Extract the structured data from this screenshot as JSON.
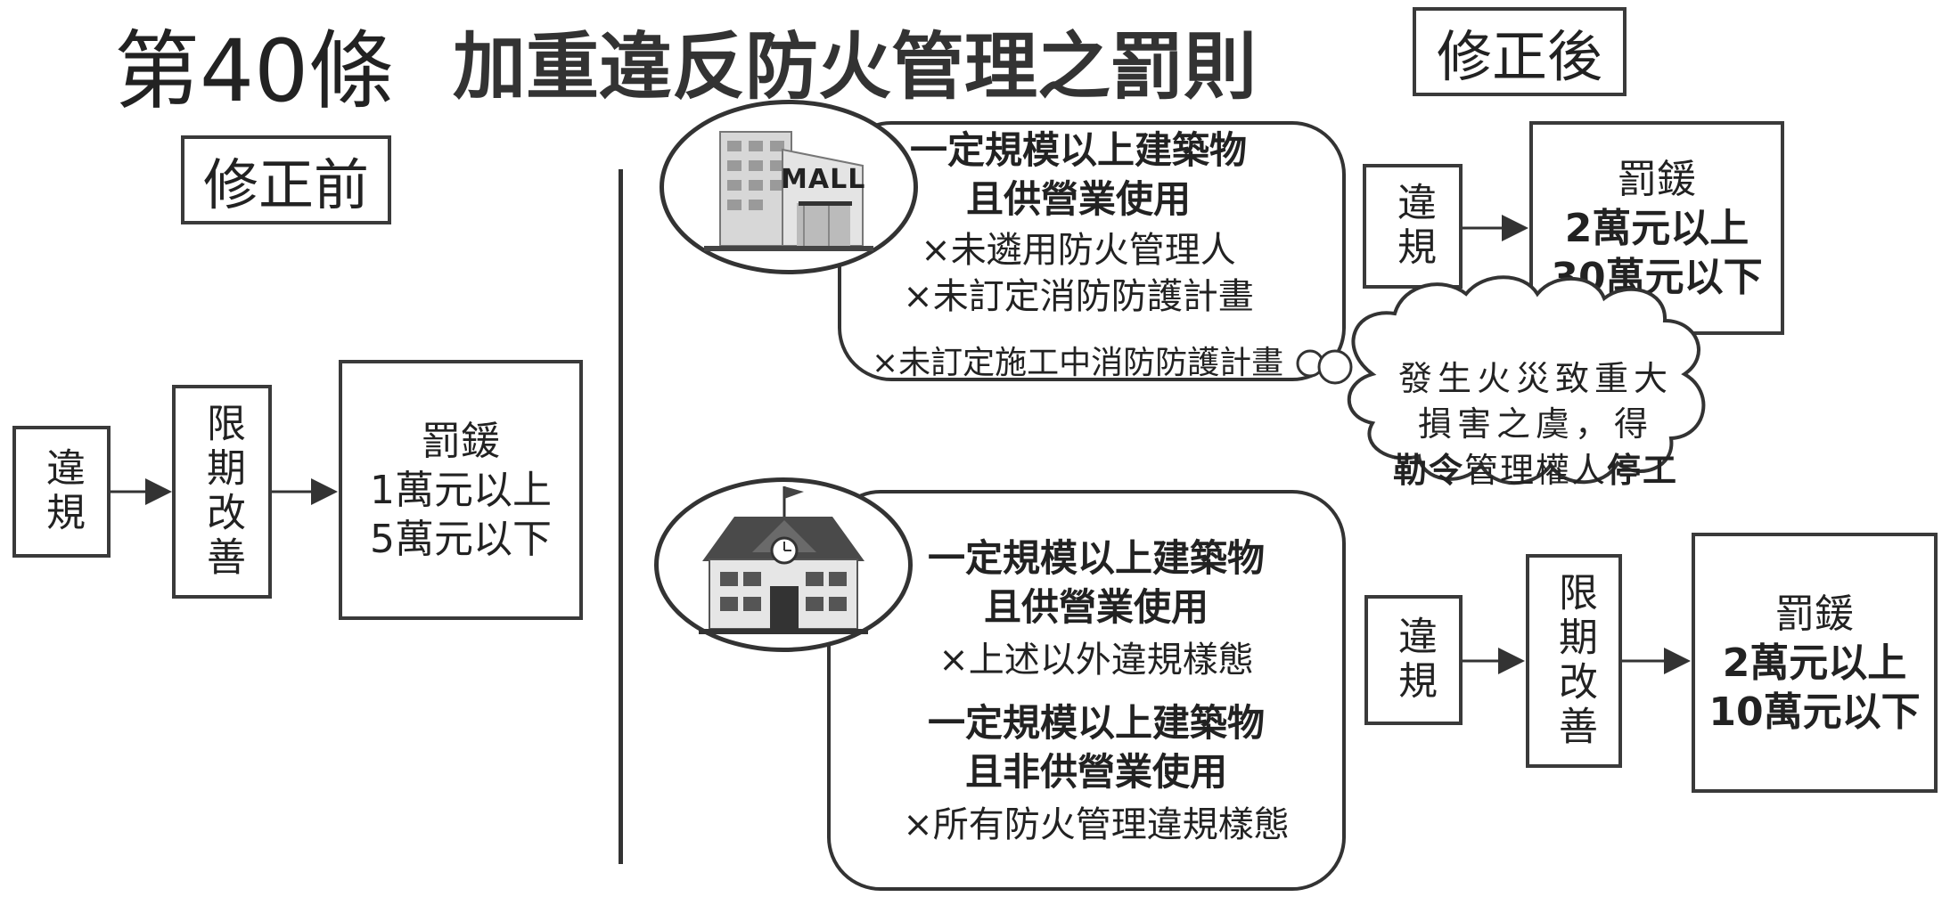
{
  "article": {
    "number": "第40條",
    "title": "加重違反防火管理之罰則"
  },
  "before": {
    "tag": "修正前",
    "violation": "違規",
    "improve": "限期改善",
    "penalty": {
      "line1": "罰鍰",
      "line2": "1萬元以上",
      "line3": "5萬元以下"
    }
  },
  "after": {
    "tag": "修正後",
    "panel1": {
      "icon": "mall-building-icon",
      "mall_label": "MALL",
      "heading1": "一定規模以上建築物",
      "heading2": "且供營業使用",
      "items": [
        "×未遴用防火管理人",
        "×未訂定消防防護計畫",
        "×未訂定施工中消防防護計畫"
      ]
    },
    "panel2": {
      "icon": "school-building-icon",
      "heading1": "一定規模以上建築物",
      "heading2": "且供營業使用",
      "item1": "×上述以外違規樣態",
      "heading3": "一定規模以上建築物",
      "heading4": "且非供營業使用",
      "item2": "×所有防火管理違規樣態"
    },
    "flow1": {
      "violation": "違規",
      "penalty": {
        "line1": "罰鍰",
        "line2": "2萬元以上",
        "line3": "30萬元以下"
      }
    },
    "cloud": {
      "line1": "發生火災致重大",
      "line2": "損害之虞，得",
      "line3a": "勒令",
      "line3b": "管理權人",
      "line3c": "停工"
    },
    "flow2": {
      "violation": "違規",
      "improve": "限期改善",
      "penalty": {
        "line1": "罰鍰",
        "line2": "2萬元以上",
        "line3": "10萬元以下"
      }
    }
  }
}
